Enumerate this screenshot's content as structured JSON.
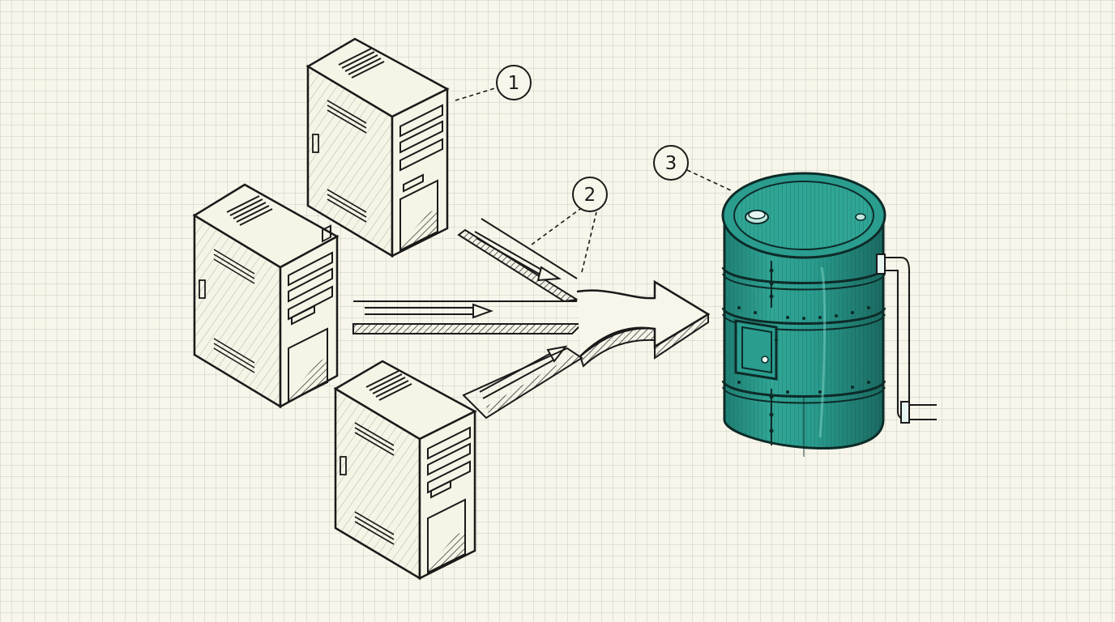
{
  "callouts": [
    {
      "id": "callout-1",
      "label": "1"
    },
    {
      "id": "callout-2",
      "label": "2"
    },
    {
      "id": "callout-3",
      "label": "3"
    }
  ],
  "colors": {
    "background": "#f8f6ea",
    "grid": "#c8ccc0",
    "ink": "#1a1a1a",
    "barrel": "#2a9d8f",
    "barrel_dark": "#1c6f66"
  },
  "icons": [
    "server-tower-icon",
    "data-stream-arrow-icon",
    "storage-barrel-icon"
  ]
}
